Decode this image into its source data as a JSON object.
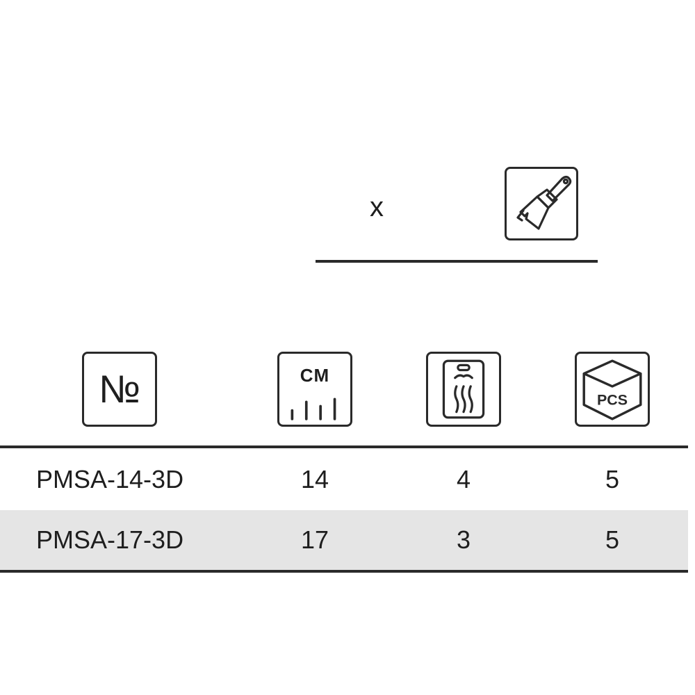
{
  "header": {
    "multiplier": "x",
    "icons": {
      "number": {
        "icon": "number-sign-icon",
        "label": "№"
      },
      "length": {
        "icon": "ruler-icon",
        "label": "CM"
      },
      "rows": {
        "icon": "bristle-rows-icon"
      },
      "pieces": {
        "icon": "box-pcs-icon",
        "label": "PCS"
      },
      "brush": {
        "icon": "paint-brush-icon"
      }
    }
  },
  "table": {
    "rows": [
      {
        "code": "PMSA-14-3D",
        "cm": "14",
        "rows": "4",
        "pcs": "5"
      },
      {
        "code": "PMSA-17-3D",
        "cm": "17",
        "rows": "3",
        "pcs": "5"
      }
    ]
  },
  "colors": {
    "ink": "#2a2a2a",
    "stripe": "#e5e5e5"
  }
}
